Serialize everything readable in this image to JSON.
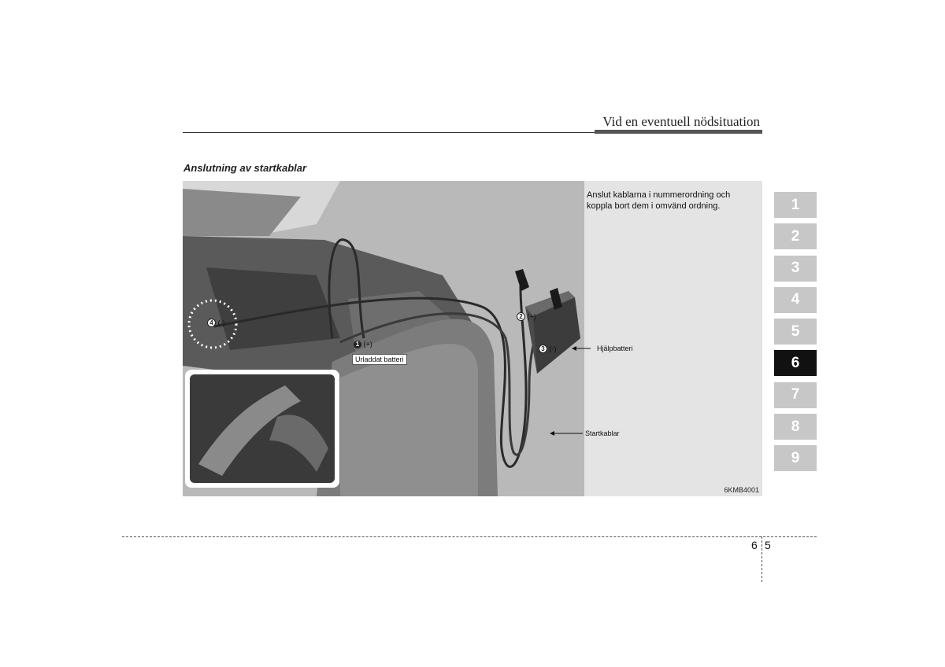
{
  "header": {
    "title": "Vid en eventuell nödsituation"
  },
  "section": {
    "title": "Anslutning av startkablar"
  },
  "figure": {
    "instruction": "Anslut kablarna i nummerordning och koppla bort dem i omvänd ordning.",
    "callouts": [
      {
        "number": "1",
        "label": "(+)"
      },
      {
        "number": "2",
        "label": "(+)"
      },
      {
        "number": "3",
        "label": "(-)"
      },
      {
        "number": "4",
        "label": "(-)"
      }
    ],
    "discharged_battery_label": "Urladdat batteri",
    "booster_battery_label": "Hjälpbatteri",
    "cables_label": "Startkablar",
    "figure_code": "6KMB4001"
  },
  "chapter_tabs": [
    "1",
    "2",
    "3",
    "4",
    "5",
    "6",
    "7",
    "8",
    "9"
  ],
  "active_chapter": "6",
  "footer": {
    "chapter": "6",
    "page": "5"
  }
}
